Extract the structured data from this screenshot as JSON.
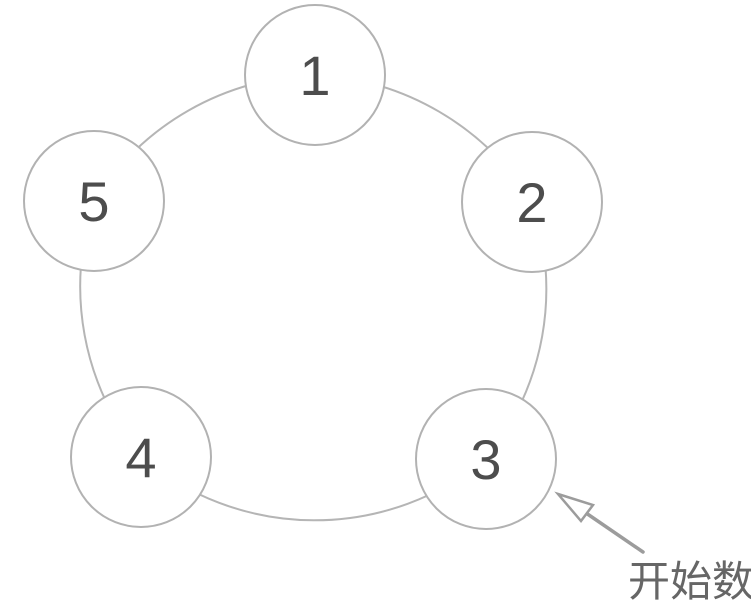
{
  "figure": {
    "description": "circle-of-numbers counting diagram",
    "nodes": [
      {
        "label": "1"
      },
      {
        "label": "2"
      },
      {
        "label": "3"
      },
      {
        "label": "4"
      },
      {
        "label": "5"
      }
    ],
    "annotation": {
      "label": "开始数",
      "points_to_node": "3"
    },
    "colors": {
      "background": "#ffffff",
      "ring_stroke": "#b5b5b5",
      "node_fill": "#ffffff",
      "node_stroke": "#b2b2b2",
      "node_label": "#4d4d4d",
      "arrow": "#9c9c9c",
      "annotation_text": "#666666"
    }
  }
}
